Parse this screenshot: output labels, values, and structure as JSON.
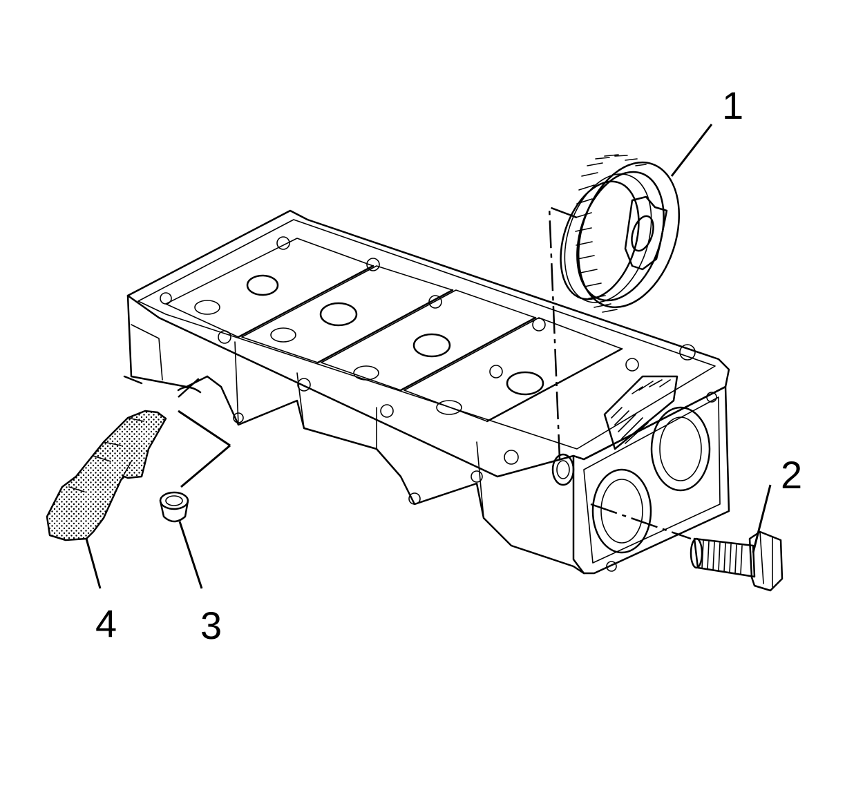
{
  "callouts": {
    "item_1": "1",
    "item_2": "2",
    "item_3": "3",
    "item_4": "4"
  },
  "colors": {
    "line": "#000000",
    "background": "#ffffff",
    "stipple": "#000000"
  },
  "parts": [
    {
      "callout": "1",
      "icon": "intermediate-gear-icon"
    },
    {
      "callout": "2",
      "icon": "bolt-icon"
    },
    {
      "callout": "3",
      "icon": "seal-cup-icon"
    },
    {
      "callout": "4",
      "icon": "installer-tool-icon"
    }
  ]
}
